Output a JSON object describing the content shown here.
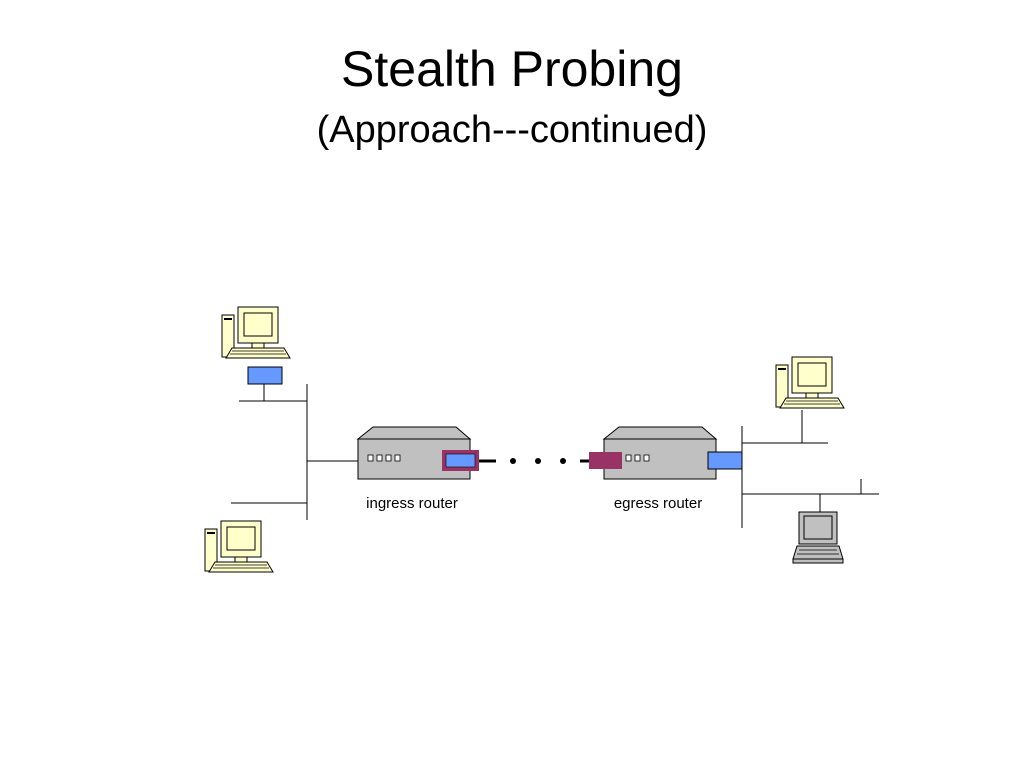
{
  "slide": {
    "title": "Stealth Probing",
    "subtitle": "(Approach---continued)"
  },
  "diagram": {
    "ingress_label": "ingress router",
    "egress_label": "egress router",
    "colors": {
      "probe_magenta": "#993366",
      "nic_blue": "#6699FF",
      "router_gray": "#C0C0C0",
      "computer_cream": "#FFFFCC",
      "laptop_gray": "#C0C0C0"
    }
  }
}
